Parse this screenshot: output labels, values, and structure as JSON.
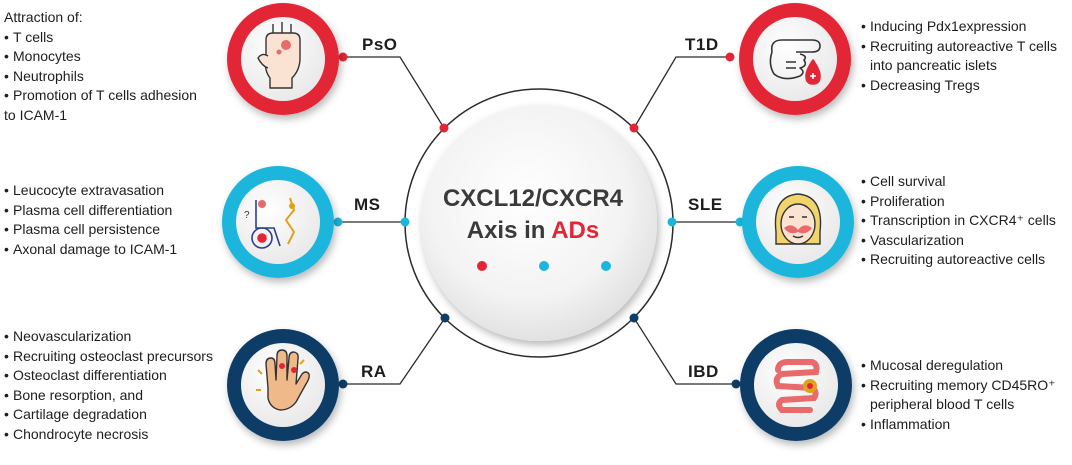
{
  "center": {
    "line1": "CXCL12/CXCR4",
    "line2_prefix": "Axis in ",
    "line2_accent": "ADs"
  },
  "colors": {
    "red": "#e32636",
    "cyan": "#1bb6dc",
    "navy": "#0f3e66",
    "line": "#2b2b2b"
  },
  "nodes": [
    {
      "id": "pso",
      "abbr": "PsO",
      "color": "red",
      "icon": "psoriasis-hand-icon",
      "heading": "Attraction of:",
      "items": [
        "T cells",
        "Monocytes",
        "Neutrophils",
        "Promotion of T cells adhesion",
        "to ICAM-1"
      ]
    },
    {
      "id": "t1d",
      "abbr": "T1D",
      "color": "red",
      "icon": "finger-blood-drop-icon",
      "items": [
        "Inducing Pdx1expression",
        "Recruiting autoreactive T cells",
        "into pancreatic islets",
        "Decreasing Tregs"
      ]
    },
    {
      "id": "ms",
      "abbr": "MS",
      "color": "cyan",
      "icon": "wheelchair-neuron-icon",
      "items": [
        "Leucocyte extravasation",
        "Plasma cell differentiation",
        "Plasma cell persistence",
        "Axonal damage to ICAM-1"
      ]
    },
    {
      "id": "sle",
      "abbr": "SLE",
      "color": "cyan",
      "icon": "butterfly-rash-face-icon",
      "items": [
        "Cell survival",
        "Proliferation",
        "Transcription in CXCR4⁺ cells",
        "Vascularization",
        "Recruiting autoreactive cells"
      ]
    },
    {
      "id": "ra",
      "abbr": "RA",
      "color": "navy",
      "icon": "arthritic-hand-icon",
      "items": [
        "Neovascularization",
        "Recruiting osteoclast precursors",
        "Osteoclast differentiation",
        "Bone resorption, and",
        "Cartilage degradation",
        "Chondrocyte necrosis"
      ]
    },
    {
      "id": "ibd",
      "abbr": "IBD",
      "color": "navy",
      "icon": "intestine-icon",
      "items": [
        "Mucosal deregulation",
        "Recruiting memory CD45RO⁺",
        "peripheral blood T cells",
        "Inflammation"
      ]
    }
  ]
}
